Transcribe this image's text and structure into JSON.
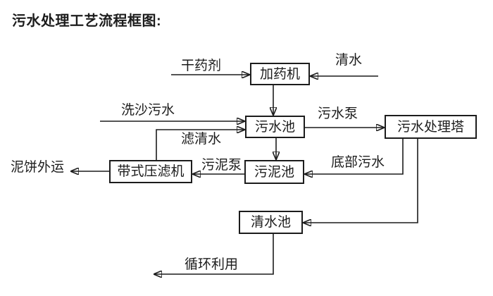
{
  "title": "污水处理工艺流程框图:",
  "diagram": {
    "type": "flowchart",
    "line_color": "#1c1c1c",
    "background_color": "#ffffff",
    "nodes": {
      "dosing_machine": "加药机",
      "sewage_pool": "污水池",
      "treatment_tower": "污水处理塔",
      "sludge_pool": "污泥池",
      "belt_filter_press": "带式压滤机",
      "clear_water_pool": "清水池"
    },
    "flow_labels": {
      "dry_chemical": "干药剂",
      "clear_water": "清水",
      "sand_washing_sewage": "洗沙污水",
      "sewage_pump": "污水泵",
      "filtered_water": "滤清水",
      "sludge_pump": "污泥泵",
      "bottom_sewage": "底部污水",
      "mud_cake_outbound": "泥饼外运",
      "recycle_use": "循环利用"
    }
  }
}
